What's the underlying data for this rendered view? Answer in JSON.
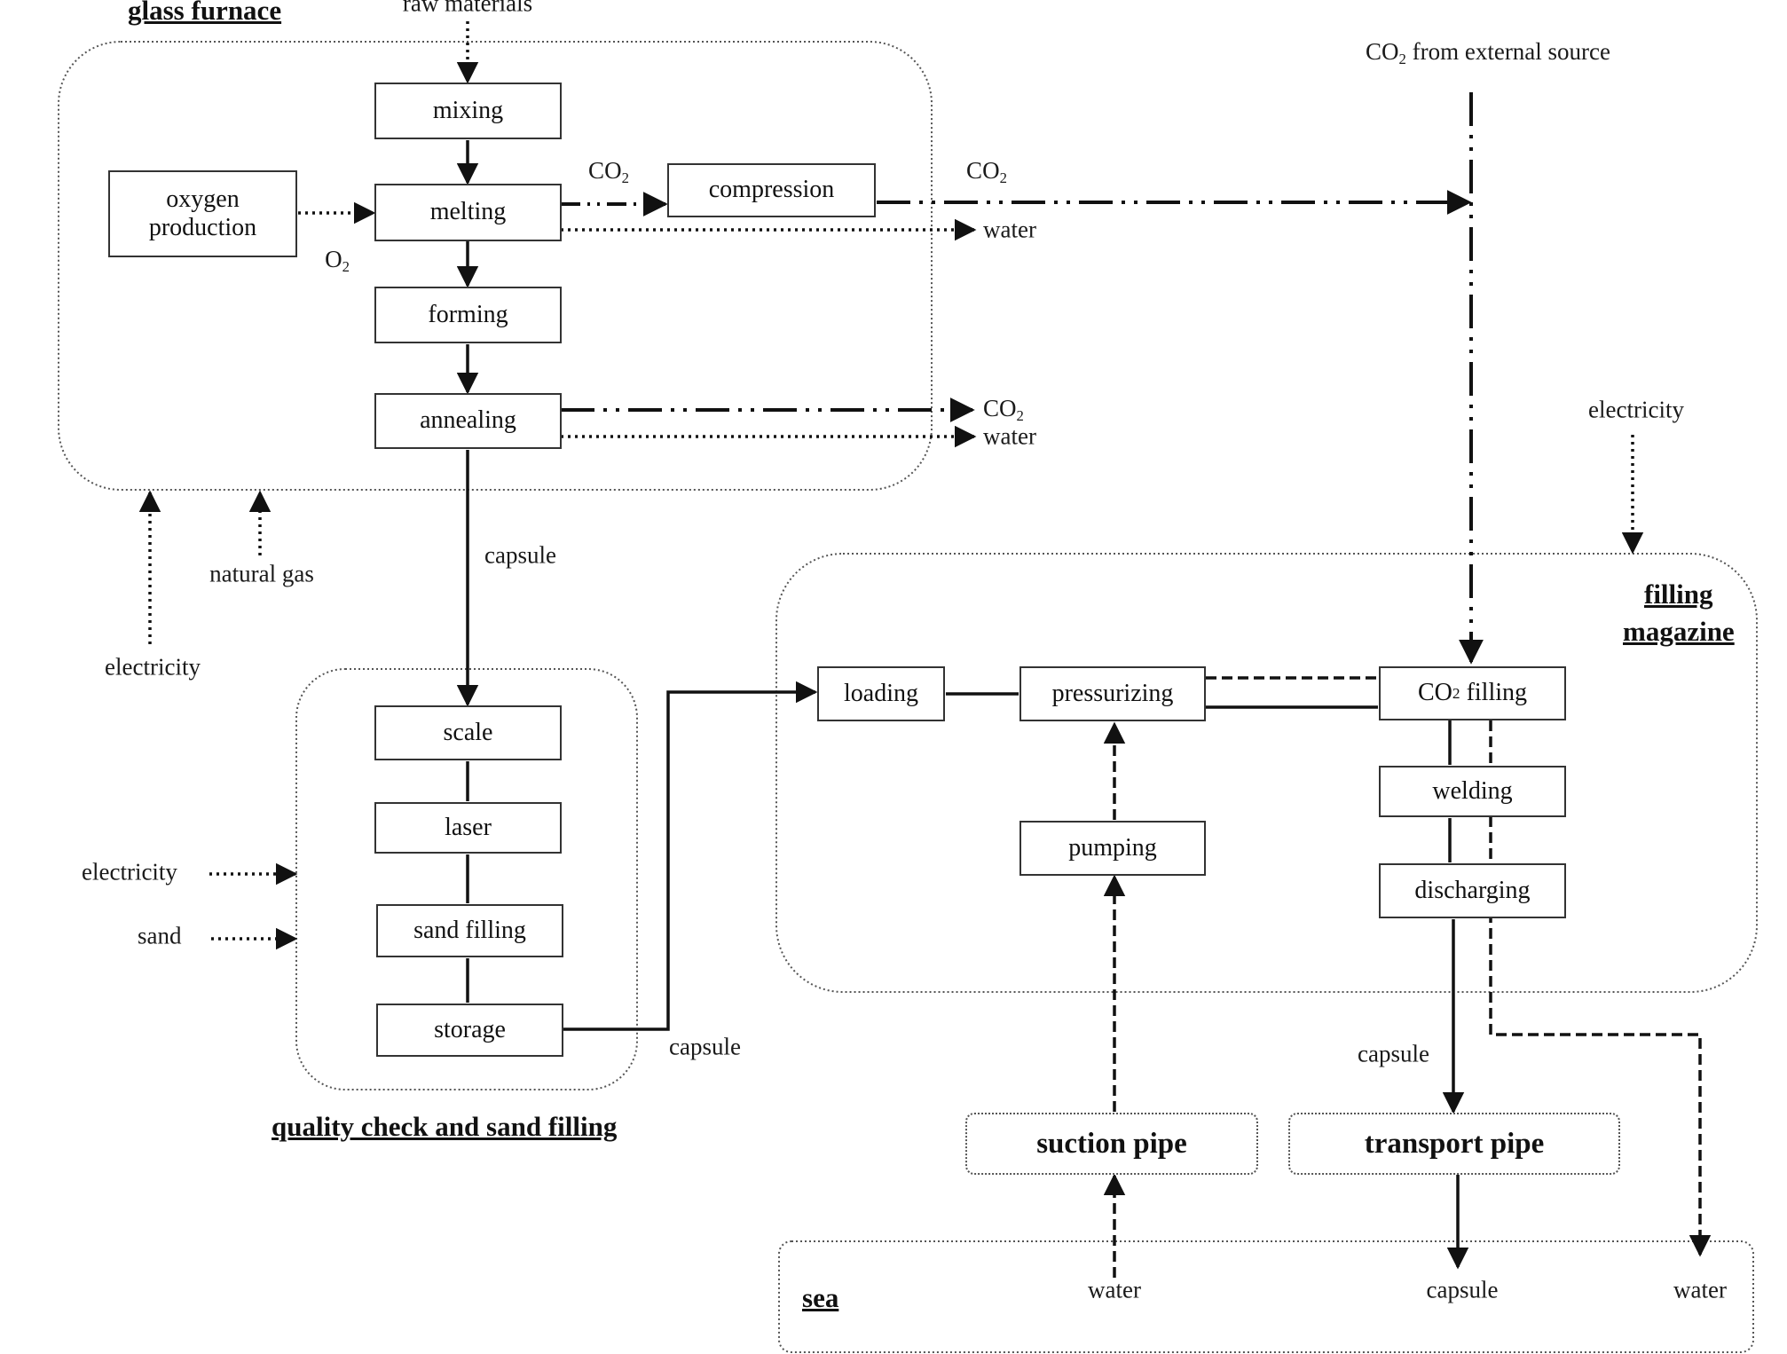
{
  "groups": {
    "glass_furnace": "glass furnace",
    "quality_check": "quality check and sand filling",
    "filling_magazine_line1": "filling",
    "filling_magazine_line2": "magazine",
    "sea": "sea"
  },
  "boxes": {
    "mixing": "mixing",
    "oxygen_line1": "oxygen",
    "oxygen_line2": "production",
    "melting": "melting",
    "forming": "forming",
    "annealing": "annealing",
    "compression": "compression",
    "scale": "scale",
    "laser": "laser",
    "sand_filling": "sand filling",
    "storage": "storage",
    "loading": "loading",
    "pressurizing": "pressurizing",
    "pumping": "pumping",
    "co2_filling_prefix": "CO",
    "co2_filling_sub": "2",
    "co2_filling_suffix": " filling",
    "welding": "welding",
    "discharging": "discharging",
    "suction_pipe": "suction pipe",
    "transport_pipe": "transport pipe"
  },
  "labels": {
    "raw_materials": "raw materials",
    "co2_external_prefix": "CO",
    "co2_external_sub": "2",
    "co2_external_suffix": " from external source",
    "co2_melting_prefix": "CO",
    "co2_melting_sub": "2",
    "co2_compression_prefix": "CO",
    "co2_compression_sub": "2",
    "o2_prefix": "O",
    "o2_sub": "2",
    "water_melting": "water",
    "co2_annealing_prefix": "CO",
    "co2_annealing_sub": "2",
    "water_annealing": "water",
    "capsule_furnace": "capsule",
    "natural_gas": "natural gas",
    "electricity_furnace": "electricity",
    "electricity_magazine": "electricity",
    "electricity_quality": "electricity",
    "sand": "sand",
    "capsule_storage": "capsule",
    "capsule_discharge": "capsule",
    "water_sea_left": "water",
    "capsule_sea": "capsule",
    "water_sea_right": "water"
  },
  "colors": {
    "line": "#111111",
    "box_border": "#333333",
    "group_border": "#555555"
  }
}
